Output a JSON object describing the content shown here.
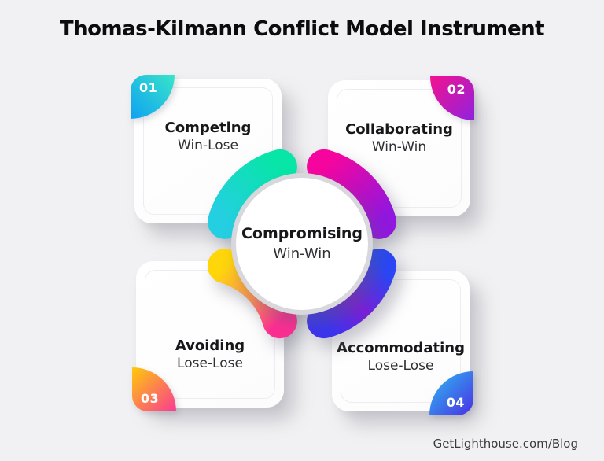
{
  "title": "Thomas-Kilmann Conflict Model Instrument",
  "footer": "GetLighthouse.com/Blog",
  "background_color": "#f1f1f3",
  "center": {
    "title": "Compromising",
    "subtitle": "Win-Win"
  },
  "quadrants": [
    {
      "number": "01",
      "title": "Competing",
      "subtitle": "Win-Lose",
      "badge_gradient": [
        "#38E5C9",
        "#0FA1F2"
      ],
      "arc_gradient": [
        "#07E5A7",
        "#25CFE2"
      ]
    },
    {
      "number": "02",
      "title": "Collaborating",
      "subtitle": "Win-Win",
      "badge_gradient": [
        "#F3128F",
        "#9022DE"
      ],
      "arc_gradient": [
        "#F6059E",
        "#9117DE"
      ]
    },
    {
      "number": "03",
      "title": "Avoiding",
      "subtitle": "Lose-Lose",
      "badge_gradient": [
        "#FFC90A",
        "#FA3A93"
      ],
      "arc_gradient": [
        "#FFD60A",
        "#FC9055",
        "#FB2E92"
      ]
    },
    {
      "number": "04",
      "title": "Accommodating",
      "subtitle": "Lose-Lose",
      "badge_gradient": [
        "#2BC0F2",
        "#4B2EE4"
      ],
      "arc_gradient": [
        "#2A46F5",
        "#7A1FD6",
        "#3C34EE"
      ]
    }
  ]
}
